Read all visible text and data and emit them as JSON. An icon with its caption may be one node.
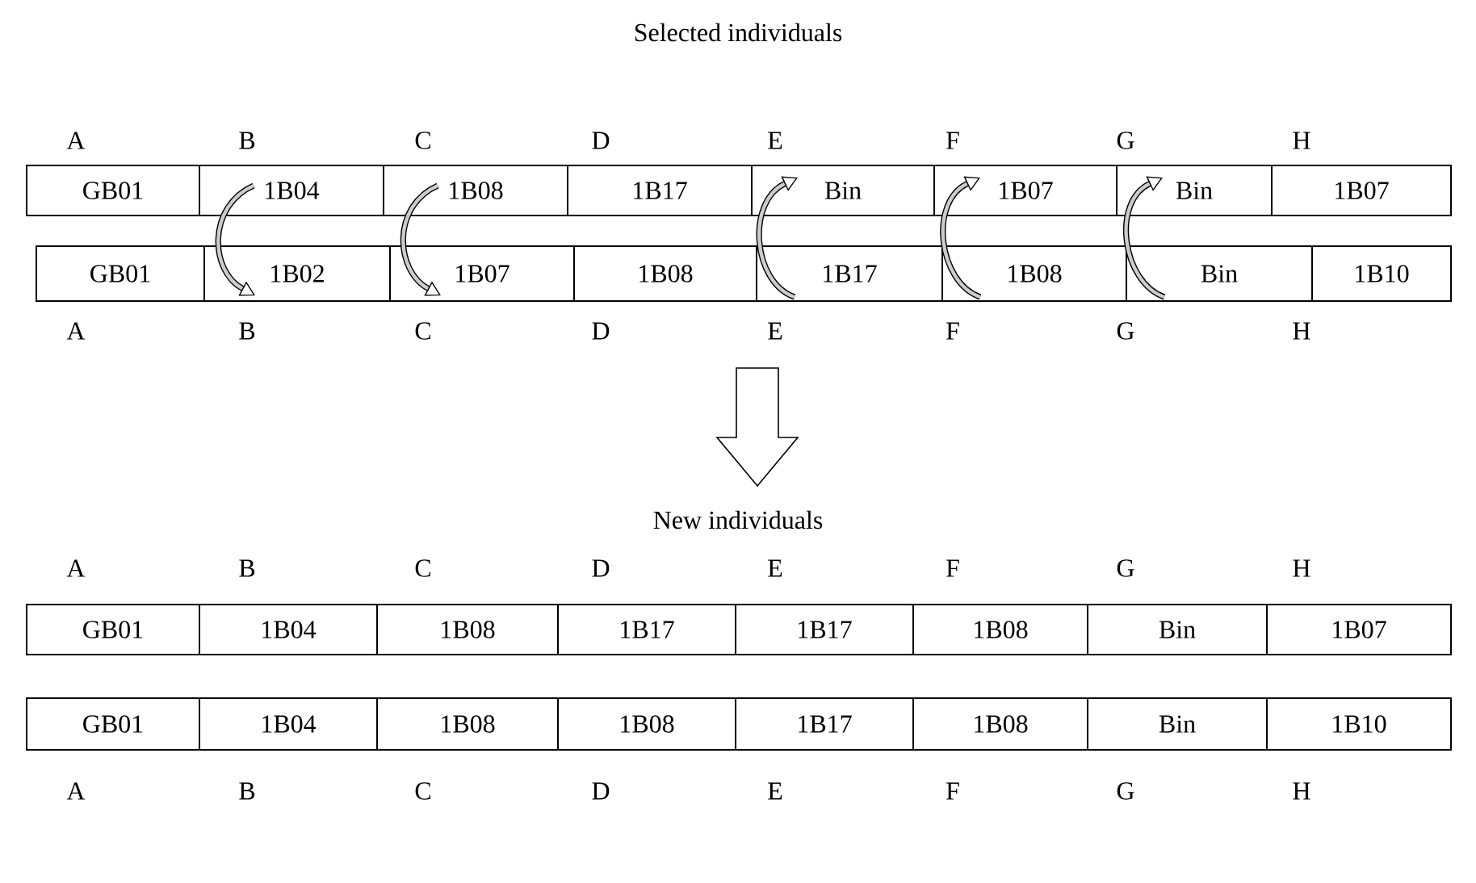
{
  "diagram": {
    "title": "Selected individuals",
    "nodes": [
      {
        "text": [
          "GB01"
        ]
      },
      {
        "text": [
          "1B04"
        ]
      },
      {
        "text": [
          "1B08"
        ]
      },
      {
        "text": [
          "1B17"
        ]
      },
      {
        "text": [
          "Bin"
        ]
      },
      {
        "text": [
          "1B07"
        ]
      },
      {
        "text": [
          "Bin"
        ]
      },
      {
        "text": [
          "1B07"
        ]
      },
      {
        "text": [
          "GB01"
        ]
      },
      {
        "text": [
          "1B02"
        ]
      },
      {
        "text": [
          "1B07"
        ]
      },
      {
        "text": [
          "1B08"
        ]
      },
      {
        "text": [
          "1B17"
        ]
      },
      {
        "text": [
          "1B08"
        ]
      },
      {
        "text": [
          "Bin"
        ]
      },
      {
        "text": [
          "1B10"
        ]
      },
      {
        "text": [
          "GB01"
        ]
      },
      {
        "text": [
          "1B04"
        ]
      },
      {
        "text": [
          "1B08"
        ]
      },
      {
        "text": [
          "1B17"
        ]
      },
      {
        "text": [
          "1B17"
        ]
      },
      {
        "text": [
          "1B08"
        ]
      },
      {
        "text": [
          "Bin"
        ]
      },
      {
        "text": [
          "1B07"
        ]
      },
      {
        "text": [
          "GB01"
        ]
      },
      {
        "text": [
          "1B04"
        ]
      },
      {
        "text": [
          "1B08"
        ]
      },
      {
        "text": [
          "1B08"
        ]
      },
      {
        "text": [
          "1B17"
        ]
      },
      {
        "text": [
          "1B08"
        ]
      },
      {
        "text": [
          "Bin"
        ]
      },
      {
        "text": [
          "1B10"
        ]
      }
    ],
    "edges": [
      {
        "from": 1,
        "to": 9,
        "arrow": "to"
      },
      {
        "from": 2,
        "to": 10,
        "arrow": "to"
      },
      {
        "from": 12,
        "to": 4,
        "arrow": "to"
      },
      {
        "from": 13,
        "to": 5,
        "arrow": "to"
      },
      {
        "from": 14,
        "to": 6,
        "arrow": "to"
      }
    ],
    "labels": [
      "A",
      "B",
      "C",
      "D",
      "E",
      "F",
      "G",
      "H",
      "A",
      "B",
      "C",
      "D",
      "E",
      "F",
      "G",
      "H",
      "New individuals",
      "A",
      "B",
      "C",
      "D",
      "E",
      "F",
      "G",
      "H",
      "A",
      "B",
      "C",
      "D",
      "E",
      "F",
      "G",
      "H"
    ]
  }
}
